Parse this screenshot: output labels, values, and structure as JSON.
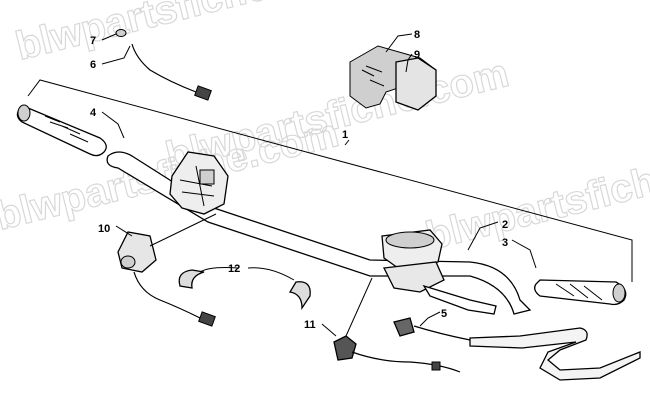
{
  "watermark": "blwpartsfiche.com",
  "callouts": {
    "c1": "1",
    "c2": "2",
    "c3": "3",
    "c4": "4",
    "c5": "5",
    "c6": "6",
    "c7": "7",
    "c8": "8",
    "c9": "9",
    "c10": "10",
    "c11": "11",
    "c12": "12"
  }
}
